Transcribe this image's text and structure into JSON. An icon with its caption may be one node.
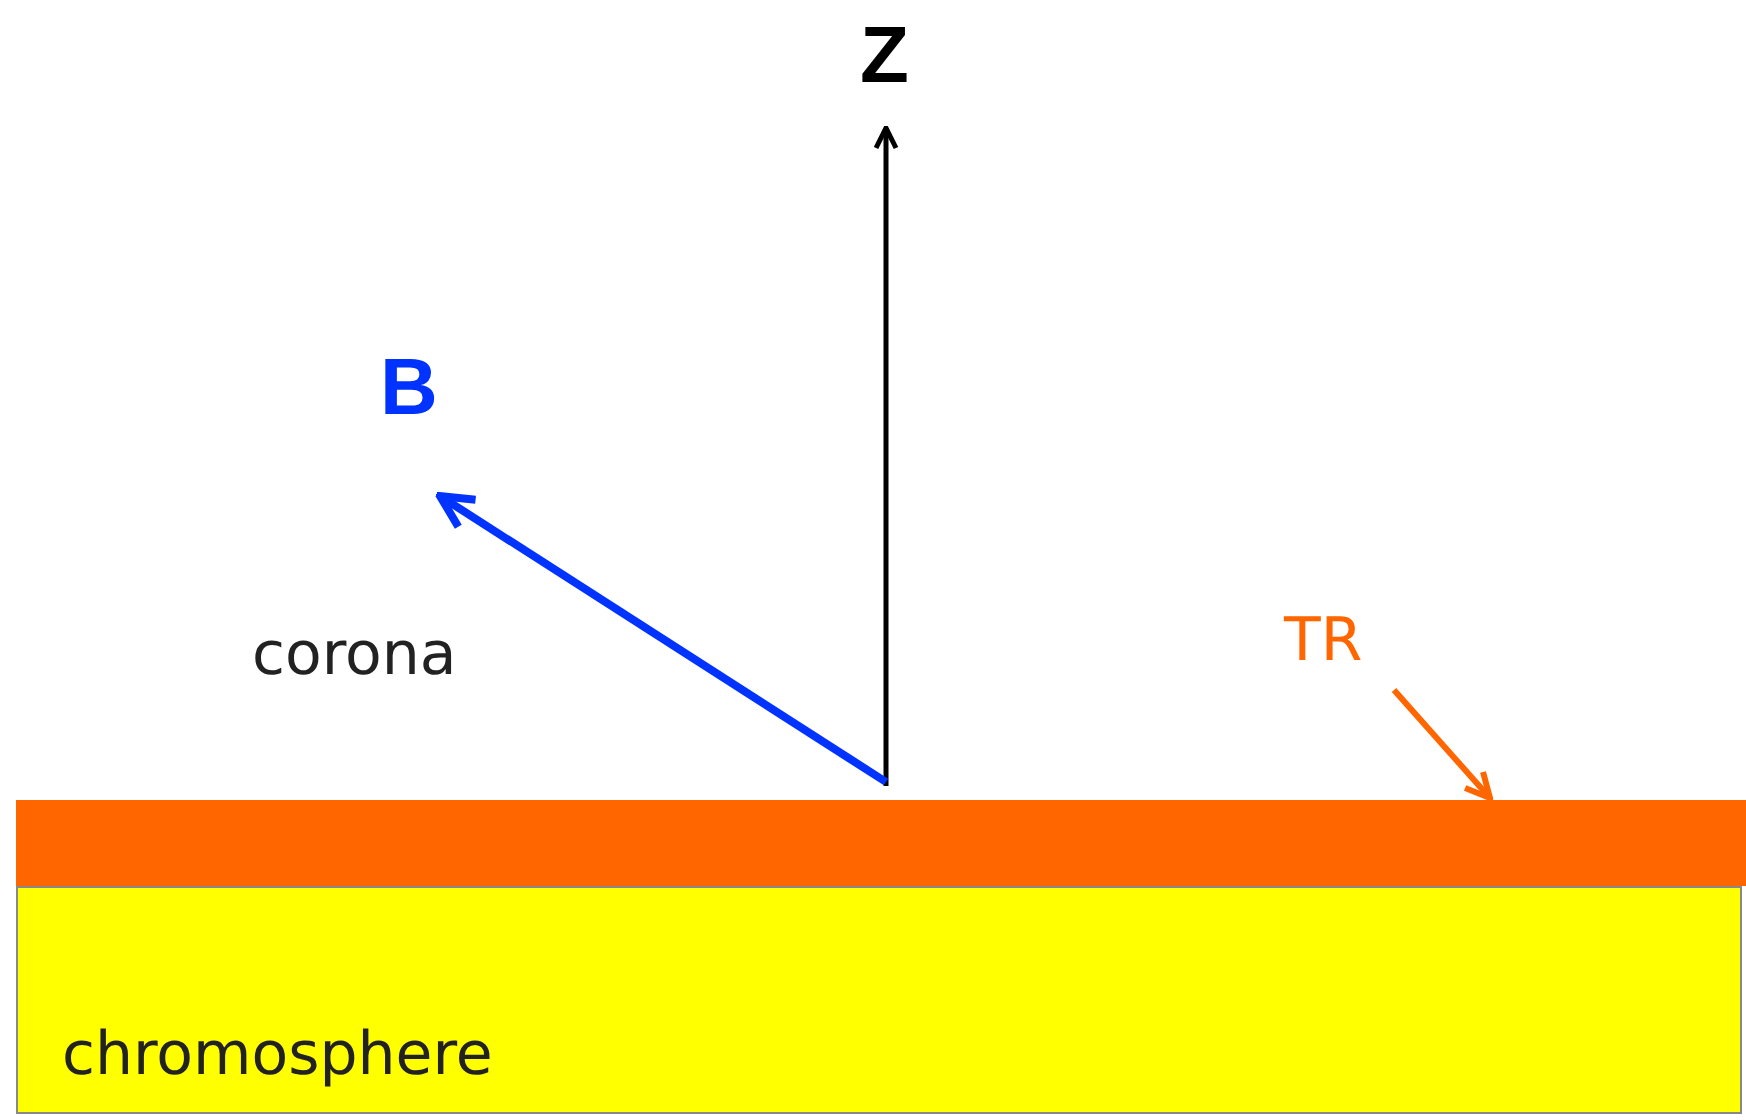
{
  "diagram": {
    "nodes": [
      {
        "text": [
          "TR"
        ]
      },
      {
        "text": [],
        "shape": "bar"
      },
      {
        "text": [
          "chromosphere"
        ]
      }
    ],
    "edges": [
      {
        "from": 0,
        "to": 1,
        "arrow": "to",
        "color": "#ff6600"
      }
    ],
    "labels": [
      "Z",
      "B",
      "corona"
    ]
  }
}
